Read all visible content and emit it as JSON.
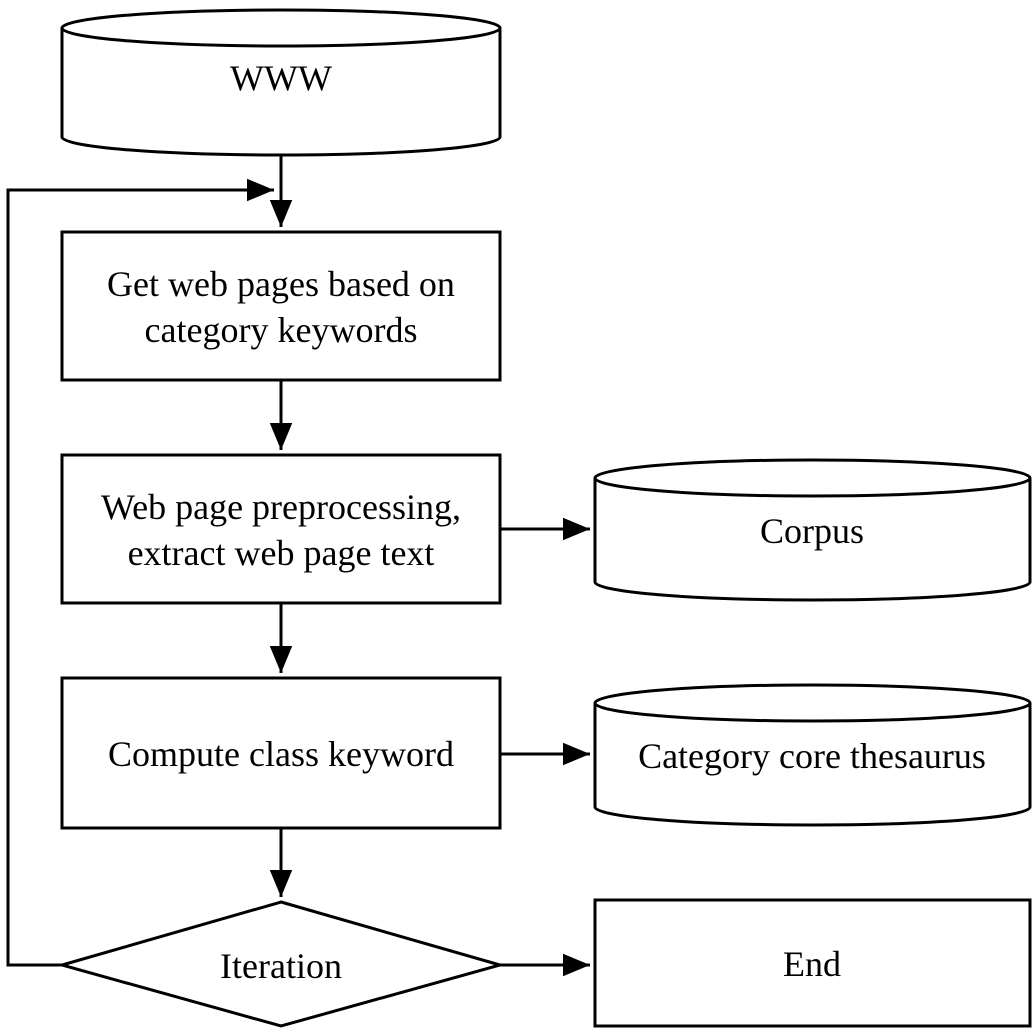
{
  "diagram": {
    "type": "flowchart",
    "background_color": "#ffffff",
    "stroke_color": "#000000",
    "fill_color": "#ffffff",
    "nodes": {
      "www": {
        "type": "datastore-cylinder",
        "label": "WWW"
      },
      "get_pages": {
        "type": "process",
        "line1": "Get web pages based on",
        "line2": "category keywords"
      },
      "preprocess": {
        "type": "process",
        "line1": "Web page preprocessing,",
        "line2": "extract web page text"
      },
      "corpus": {
        "type": "datastore-cylinder",
        "label": "Corpus"
      },
      "compute": {
        "type": "process",
        "label": "Compute class keyword"
      },
      "thesaurus": {
        "type": "datastore-cylinder",
        "label": "Category core thesaurus"
      },
      "iteration": {
        "type": "decision",
        "label": "Iteration"
      },
      "end": {
        "type": "terminator",
        "label": "End"
      }
    },
    "edges": [
      {
        "from": "www",
        "to": "get_pages",
        "kind": "arrow"
      },
      {
        "from": "get_pages",
        "to": "preprocess",
        "kind": "arrow"
      },
      {
        "from": "preprocess",
        "to": "corpus",
        "kind": "arrow"
      },
      {
        "from": "preprocess",
        "to": "compute",
        "kind": "arrow"
      },
      {
        "from": "compute",
        "to": "thesaurus",
        "kind": "arrow"
      },
      {
        "from": "compute",
        "to": "iteration",
        "kind": "arrow"
      },
      {
        "from": "iteration",
        "to": "end",
        "kind": "arrow"
      },
      {
        "from": "iteration",
        "to": "get_pages",
        "kind": "feedback-loop"
      }
    ]
  }
}
